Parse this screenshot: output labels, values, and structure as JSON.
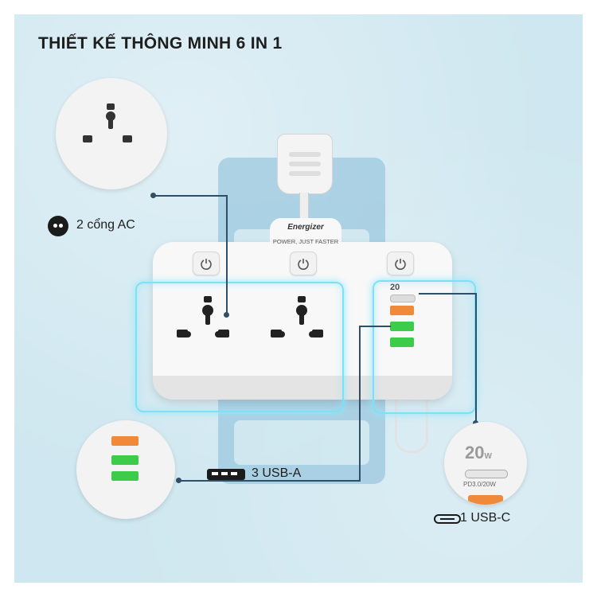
{
  "title": "THIẾT KẾ THÔNG MINH 6 IN 1",
  "brand": {
    "name": "Energizer",
    "tagline": "POWER, JUST FASTER"
  },
  "usb_c_power": "20",
  "usb_c_unit": "W",
  "usb_c_protocol": "PD3.0/20W",
  "ac_label": "2 cổng AC",
  "usba_label": "3 USB-A",
  "usbc_label": "1 USB-C",
  "colors": {
    "background": "#cfe7f0",
    "glow": "#7fe0f5",
    "usb_green": "#3dcc4a",
    "usb_orange": "#f08a3a",
    "line": "#2f4f68"
  },
  "icons": [
    "power-icon",
    "ac-socket-icon",
    "usb-a-icon",
    "usb-c-icon"
  ]
}
